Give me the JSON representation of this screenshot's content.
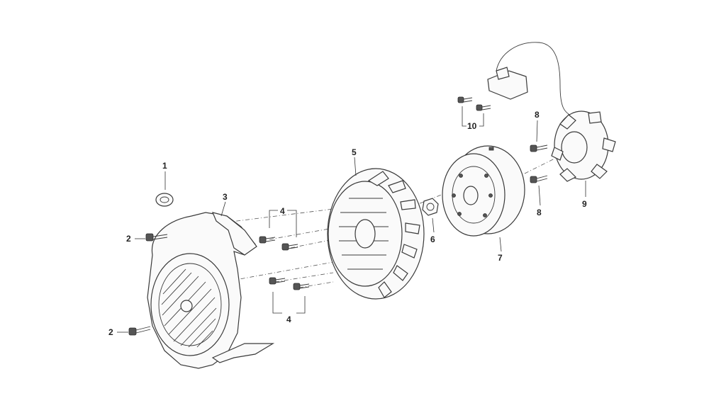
{
  "diagram": {
    "labels": {
      "p1": "1",
      "p2a": "2",
      "p2b": "2",
      "p3": "3",
      "p4a": "4",
      "p4b": "4",
      "p5": "5",
      "p6": "6",
      "p7": "7",
      "p8a": "8",
      "p8b": "8",
      "p9": "9",
      "p10": "10"
    },
    "colors": {
      "line": "#3a3a3a",
      "fill": "#fafafa",
      "background": "#ffffff"
    }
  }
}
